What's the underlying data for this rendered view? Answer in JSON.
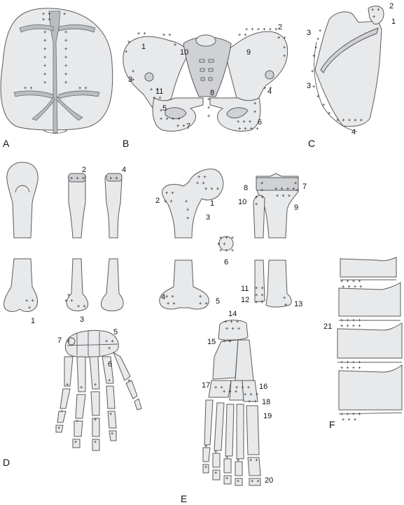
{
  "panels": {
    "A": "A",
    "B": "B",
    "C": "C",
    "D": "D",
    "E": "E",
    "F": "F"
  },
  "plus_mark": "+",
  "labels": {
    "B": [
      "1",
      "2",
      "3",
      "4",
      "5",
      "6",
      "7",
      "8",
      "9",
      "10",
      "11"
    ],
    "C": [
      "1",
      "2",
      "3",
      "3",
      "4"
    ],
    "D": [
      "1",
      "2",
      "3",
      "4",
      "5",
      "6",
      "7"
    ],
    "E": [
      "1",
      "2",
      "3",
      "4",
      "5",
      "6",
      "7",
      "8",
      "9",
      "10",
      "11",
      "12",
      "13",
      "14",
      "15",
      "16",
      "17",
      "18",
      "19",
      "20"
    ],
    "F": [
      "21"
    ]
  }
}
